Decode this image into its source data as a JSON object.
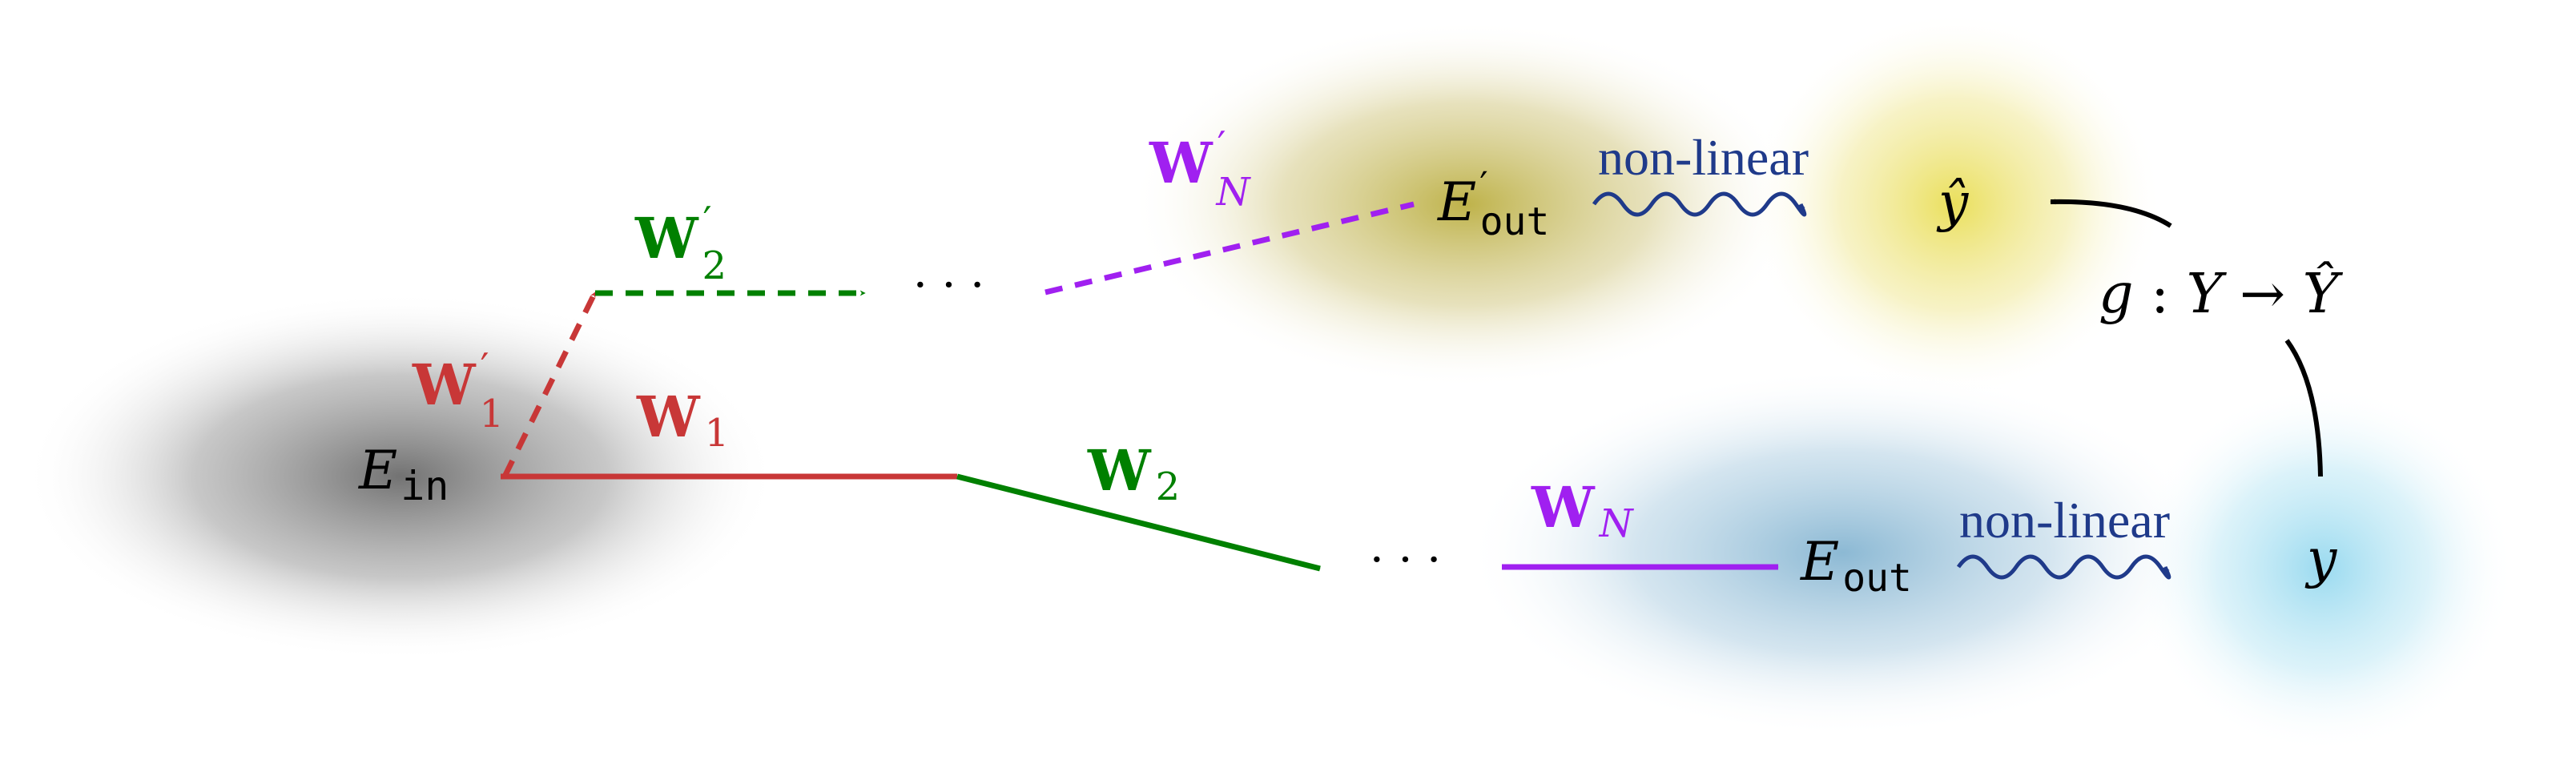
{
  "colors": {
    "red": "#c83737",
    "green": "#008000",
    "purple": "#a020f0",
    "navy": "#1f3a8a",
    "black": "#000000",
    "gray_blob": "#6b6b6b",
    "olive_blob": "#b3a52a",
    "yellow_blob": "#e8dc4a",
    "blue_blob": "#7fb1cf",
    "cyan_blob": "#8fd6ee"
  },
  "labels": {
    "e_in": {
      "main": "E",
      "sub": "in"
    },
    "w1": {
      "main": "W",
      "sub": "1"
    },
    "w1_prime": {
      "main": "W",
      "prime": "′",
      "sub": "1"
    },
    "w2": {
      "main": "W",
      "sub": "2"
    },
    "w2_prime": {
      "main": "W",
      "prime": "′",
      "sub": "2"
    },
    "wn": {
      "main": "W",
      "sub": "N"
    },
    "wn_prime": {
      "main": "W",
      "prime": "′",
      "sub": "N"
    },
    "dots_top": "· · ·",
    "dots_bottom": "· · ·",
    "e_out": {
      "main": "E",
      "sub": "out"
    },
    "e_out_prime": {
      "main": "E",
      "prime": "′",
      "sub": "out"
    },
    "nonlinear_top": "non-linear",
    "nonlinear_bottom": "non-linear",
    "y_hat": "ŷ",
    "y": "y",
    "g_func": {
      "g": "g",
      "colon": " : ",
      "Y": "Y",
      "arrow": " → ",
      "Yhat": "Ŷ"
    }
  }
}
